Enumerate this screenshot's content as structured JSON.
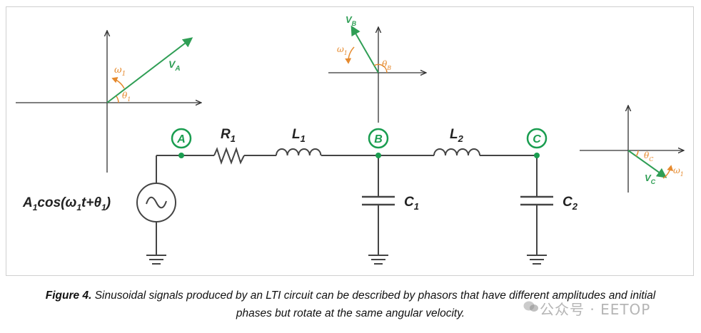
{
  "colors": {
    "wire": "#444444",
    "node": "#1a9d50",
    "phasor": "#2f9e55",
    "angle": "#e68a2e",
    "axis": "#333333"
  },
  "nodes": {
    "a": "A",
    "b": "B",
    "c": "C"
  },
  "components": {
    "r1": "R",
    "r1_sub": "1",
    "l1": "L",
    "l1_sub": "1",
    "l2": "L",
    "l2_sub": "2",
    "c1": "C",
    "c1_sub": "1",
    "c2": "C",
    "c2_sub": "2"
  },
  "source": {
    "p1": "A",
    "p1_sub": "1",
    "p2": "cos(ω",
    "p2_sub": "1",
    "p3": "t+θ",
    "p3_sub": "1",
    "p4": ")"
  },
  "phasor_a": {
    "v": "V",
    "v_sub": "A",
    "w": "ω",
    "w_sub": "1",
    "t": "θ",
    "t_sub": "1"
  },
  "phasor_b": {
    "v": "V",
    "v_sub": "B",
    "w": "ω",
    "w_sub": "1",
    "t": "θ",
    "t_sub": "B"
  },
  "phasor_c": {
    "v": "V",
    "v_sub": "C",
    "w": "ω",
    "w_sub": "1",
    "t": "θ",
    "t_sub": "C"
  },
  "caption": {
    "label": "Figure 4.",
    "text": " Sinusoidal signals produced by an LTI circuit can be described by phasors that have different amplitudes and initial",
    "line2": "phases but rotate at the same angular velocity."
  },
  "watermark": "公众号 · EETOP"
}
